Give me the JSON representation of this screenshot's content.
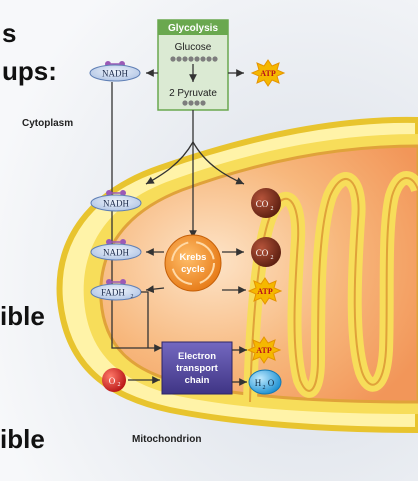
{
  "slide": {
    "partial_text_top_1": "s",
    "partial_text_top_2": "ups:",
    "partial_text_mid": "ible",
    "partial_text_bottom": "ible"
  },
  "labels": {
    "glycolysis": "Glycolysis",
    "glucose": "Glucose",
    "pyruvate": "2 Pyruvate",
    "cytoplasm": "Cytoplasm",
    "mitochondrion": "Mitochondrion",
    "krebs_line1": "Krebs",
    "krebs_line2": "cycle",
    "etc_line1": "Electron",
    "etc_line2": "transport",
    "etc_line3": "chain"
  },
  "molecules": {
    "nadh_top": "NADH",
    "nadh_1": "NADH",
    "nadh_2": "NADH",
    "fadh2": "FADH",
    "fadh2_sub": "2",
    "atp_top": "ATP",
    "atp_krebs": "ATP",
    "atp_etc": "ATP",
    "co2_1": "CO",
    "co2_1_sub": "2",
    "co2_2": "CO",
    "co2_2_sub": "2",
    "o2": "O",
    "o2_sub": "2",
    "h2o_h": "H",
    "h2o_sub": "2",
    "h2o_o": "O"
  },
  "colors": {
    "glycolysis_header": "#6aa84f",
    "glycolysis_box": "#dbead3",
    "membrane_outer": "#f2d64a",
    "matrix": "#f6a46a",
    "krebs": "#f08a1c",
    "etc_box": "#5b4fa3",
    "nadh_fill": "#c7d6ee",
    "co2": "#7a2e1a",
    "o2": "#d62a2a",
    "h2o": "#2aa6e0",
    "atp": "#f5b800"
  }
}
